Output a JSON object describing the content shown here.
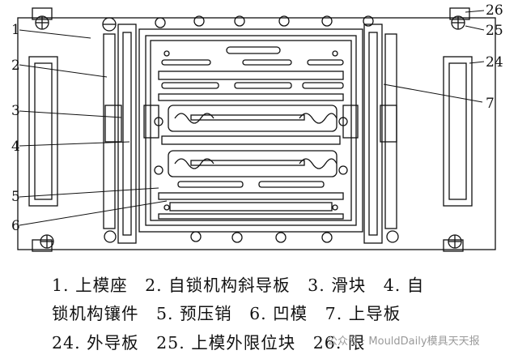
{
  "diagram": {
    "callouts_left": [
      "1",
      "2",
      "3",
      "4",
      "5",
      "6"
    ],
    "callouts_right": [
      "26",
      "25",
      "24",
      "7"
    ]
  },
  "legend": {
    "line1": [
      "1. 上模座",
      "2. 自锁机构斜导板",
      "3. 滑块",
      "4. 自"
    ],
    "line2": [
      "锁机构镶件",
      "5. 预压销",
      "6. 凹模",
      "7. 上导板"
    ],
    "line3": [
      "24. 外导板",
      "25. 上模外限位块",
      "26. 限"
    ]
  },
  "watermark": {
    "text": "公众号 · MouldDaily模具天天报"
  }
}
